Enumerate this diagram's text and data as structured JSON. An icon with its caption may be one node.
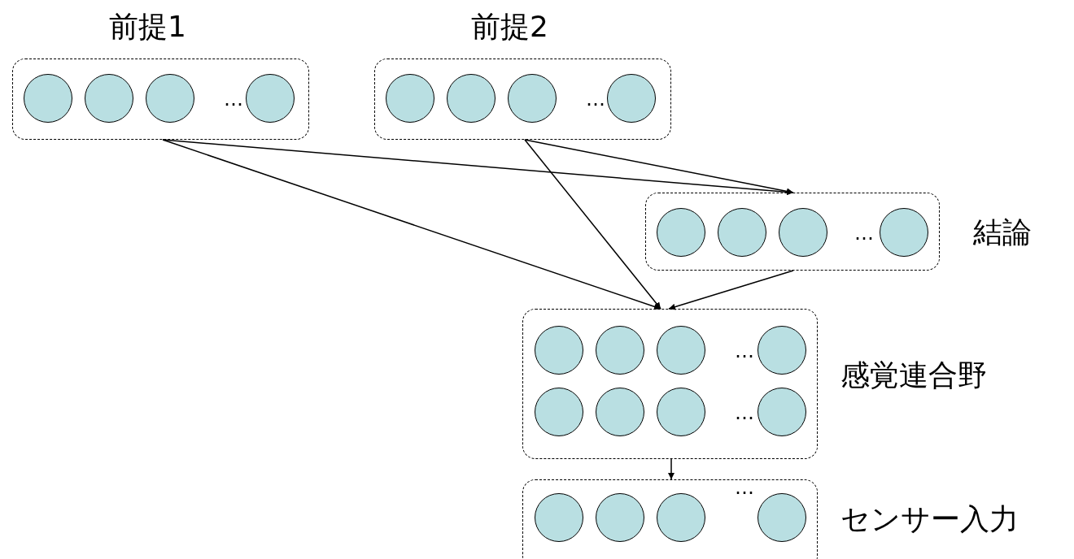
{
  "diagram": {
    "nodes": [
      {
        "text": [
          "前提1"
        ]
      },
      {
        "text": [],
        "shape": "circle",
        "in": 0
      },
      {
        "text": [],
        "shape": "circle",
        "in": 0
      },
      {
        "text": [],
        "shape": "circle",
        "in": 0
      },
      {
        "text": [],
        "shape": "circle",
        "in": 0
      },
      {
        "text": [
          "前提2"
        ]
      },
      {
        "text": [],
        "shape": "circle",
        "in": 5
      },
      {
        "text": [],
        "shape": "circle",
        "in": 5
      },
      {
        "text": [],
        "shape": "circle",
        "in": 5
      },
      {
        "text": [],
        "shape": "circle",
        "in": 5
      },
      {
        "text": [
          "結論"
        ]
      },
      {
        "text": [],
        "shape": "circle",
        "in": 10
      },
      {
        "text": [],
        "shape": "circle",
        "in": 10
      },
      {
        "text": [],
        "shape": "circle",
        "in": 10
      },
      {
        "text": [],
        "shape": "circle",
        "in": 10
      },
      {
        "text": [
          "感覚連合野"
        ]
      },
      {
        "text": [],
        "shape": "circle",
        "in": 15
      },
      {
        "text": [],
        "shape": "circle",
        "in": 15
      },
      {
        "text": [],
        "shape": "circle",
        "in": 15
      },
      {
        "text": [],
        "shape": "circle",
        "in": 15
      },
      {
        "text": [],
        "shape": "circle",
        "in": 15
      },
      {
        "text": [],
        "shape": "circle",
        "in": 15
      },
      {
        "text": [],
        "shape": "circle",
        "in": 15
      },
      {
        "text": [],
        "shape": "circle",
        "in": 15
      },
      {
        "text": [
          "センサー入力"
        ]
      },
      {
        "text": [],
        "shape": "circle",
        "in": 24
      },
      {
        "text": [],
        "shape": "circle",
        "in": 24
      },
      {
        "text": [],
        "shape": "circle",
        "in": 24
      },
      {
        "text": [],
        "shape": "circle",
        "in": 24
      }
    ],
    "edges": [
      {
        "from": 0,
        "to": 10,
        "arrow": "to"
      },
      {
        "from": 0,
        "to": 15,
        "arrow": "to"
      },
      {
        "from": 5,
        "to": 10,
        "arrow": "to"
      },
      {
        "from": 5,
        "to": 15,
        "arrow": "to"
      },
      {
        "from": 10,
        "to": 15,
        "arrow": "to"
      },
      {
        "from": 15,
        "to": 24,
        "arrow": "to"
      }
    ],
    "labels": [
      "…",
      "…",
      "…",
      "…",
      "…",
      "…"
    ]
  }
}
